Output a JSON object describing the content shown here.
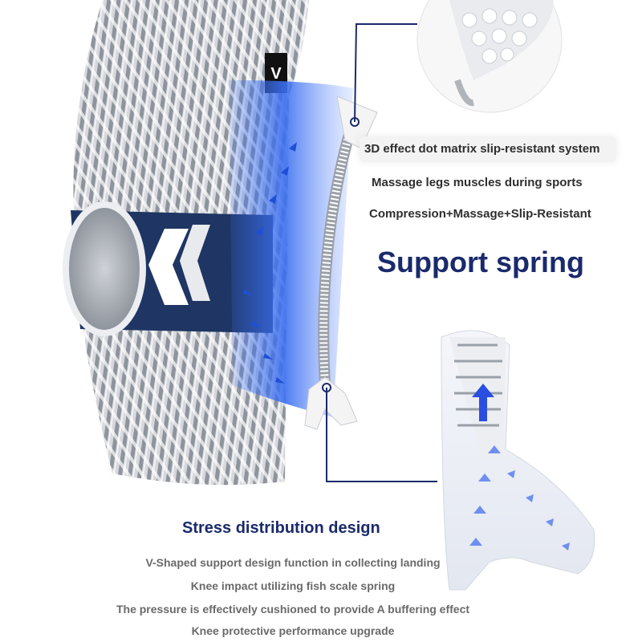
{
  "brand_mark": "V",
  "top_features": {
    "line1": "3D effect dot matrix slip-resistant system",
    "line2": "Massage legs muscles during sports",
    "line3": "Compression+Massage+Slip-Resistant"
  },
  "support_title": "Support spring",
  "stress_title": "Stress distribution design",
  "bottom_features": [
    "V-Shaped support design function in collecting landing",
    "Knee impact utilizing fish scale spring",
    "The pressure is effectively cushioned to provide A buffering effect",
    "Knee protective performance upgrade"
  ],
  "colors": {
    "accent_blue": "#1a2a6c",
    "glow_blue": "#3a6ff0",
    "band_navy": "#1f3563",
    "text_gray": "#6a6a6a"
  }
}
